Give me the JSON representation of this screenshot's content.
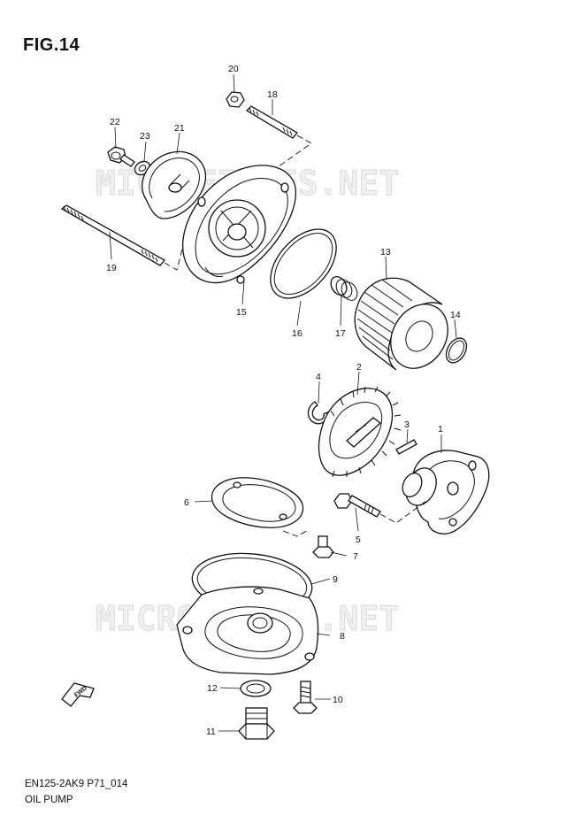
{
  "figure": {
    "title": "FIG.14"
  },
  "footer": {
    "code": "EN125-2AK9 P71_014",
    "name": "OIL PUMP"
  },
  "watermarks": [
    "MICROFICHES.NET",
    "MICROFICHES.NET"
  ],
  "direction_marker": {
    "text": "FWD",
    "icon": "forward-arrow-icon"
  },
  "parts": [
    {
      "number": "1"
    },
    {
      "number": "2"
    },
    {
      "number": "3"
    },
    {
      "number": "4"
    },
    {
      "number": "5"
    },
    {
      "number": "6"
    },
    {
      "number": "7"
    },
    {
      "number": "8"
    },
    {
      "number": "9"
    },
    {
      "number": "10"
    },
    {
      "number": "11"
    },
    {
      "number": "12"
    },
    {
      "number": "13"
    },
    {
      "number": "14"
    },
    {
      "number": "15"
    },
    {
      "number": "16"
    },
    {
      "number": "17"
    },
    {
      "number": "18"
    },
    {
      "number": "19"
    },
    {
      "number": "20"
    },
    {
      "number": "21"
    },
    {
      "number": "22"
    },
    {
      "number": "23"
    }
  ]
}
